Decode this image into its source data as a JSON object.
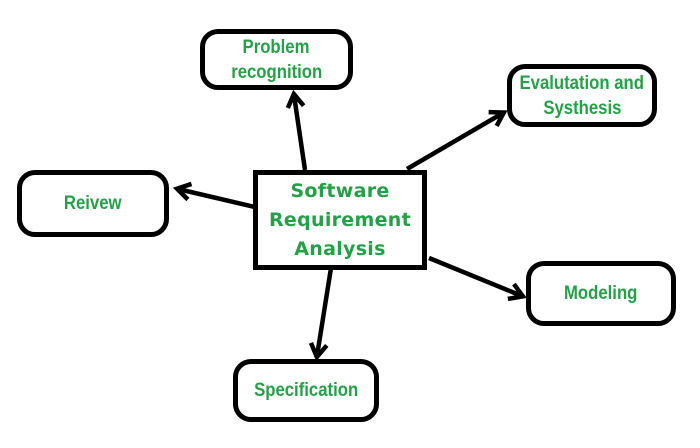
{
  "diagram": {
    "type": "mind-map",
    "colors": {
      "text": "#24A147",
      "line": "#000000",
      "node_background": "#FFFFFF",
      "page_background": "#FFFFFF"
    },
    "center_node": {
      "id": "software-requirement-analysis",
      "lines": [
        "Software",
        "Requirement",
        "Analysis"
      ]
    },
    "nodes": {
      "problem": {
        "lines": [
          "Problem",
          "recognition"
        ]
      },
      "evaluation": {
        "lines": [
          "Evalutation and",
          "Systhesis"
        ]
      },
      "review": {
        "lines": [
          "Reivew"
        ]
      },
      "modeling": {
        "lines": [
          "Modeling"
        ]
      },
      "specification": {
        "lines": [
          "Specification"
        ]
      }
    },
    "edges": [
      {
        "from": "software-requirement-analysis",
        "to": "problem-recognition"
      },
      {
        "from": "software-requirement-analysis",
        "to": "evalutation-and-systhesis"
      },
      {
        "from": "software-requirement-analysis",
        "to": "reivew"
      },
      {
        "from": "software-requirement-analysis",
        "to": "modeling"
      },
      {
        "from": "software-requirement-analysis",
        "to": "specification"
      }
    ]
  }
}
